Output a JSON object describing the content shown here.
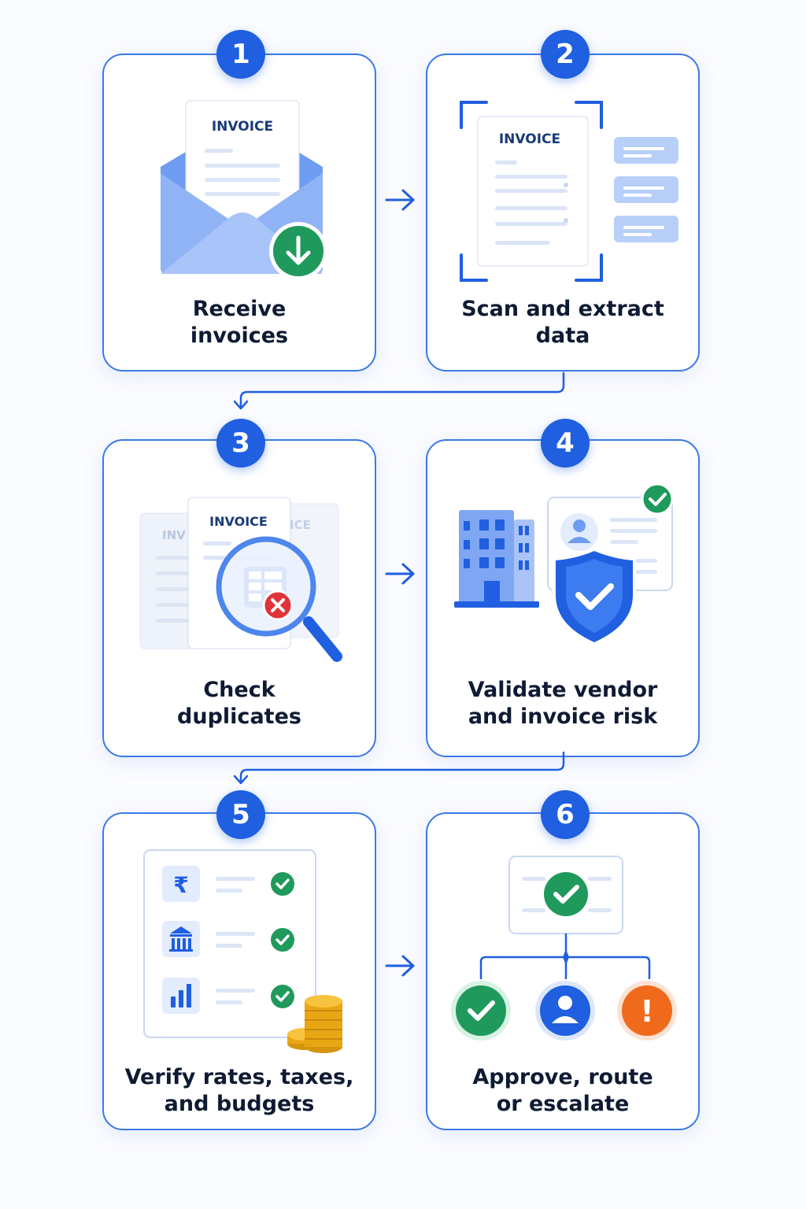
{
  "steps": [
    {
      "number": "1",
      "line1": "Receive",
      "line2": "invoices"
    },
    {
      "number": "2",
      "line1": "Scan and extract",
      "line2": "data"
    },
    {
      "number": "3",
      "line1": "Check",
      "line2": "duplicates"
    },
    {
      "number": "4",
      "line1": "Validate vendor",
      "line2": "and invoice risk"
    },
    {
      "number": "5",
      "line1": "Verify rates, taxes,",
      "line2": "and budgets"
    },
    {
      "number": "6",
      "line1": "Approve, route",
      "line2": "or escalate"
    }
  ],
  "illustrations": {
    "invoice_title": "INVOICE",
    "invoice_faded_left": "INV",
    "invoice_faded_right": "ICE",
    "rupee_symbol": "₹",
    "alert_symbol": "!"
  },
  "colors": {
    "accent": "#1f5fe0",
    "card_border": "#3c79e6",
    "success": "#1f9a5c",
    "error": "#e0343a",
    "warning": "#f06a1c",
    "coin": "#f2b21b"
  },
  "icons": [
    "envelope-icon",
    "download-icon",
    "scan-frame-icon",
    "magnifier-icon",
    "x-icon",
    "building-icon",
    "vendor-card-icon",
    "shield-check-icon",
    "rupee-icon",
    "bank-icon",
    "bar-chart-icon",
    "coins-icon",
    "check-icon",
    "user-icon",
    "alert-icon"
  ]
}
